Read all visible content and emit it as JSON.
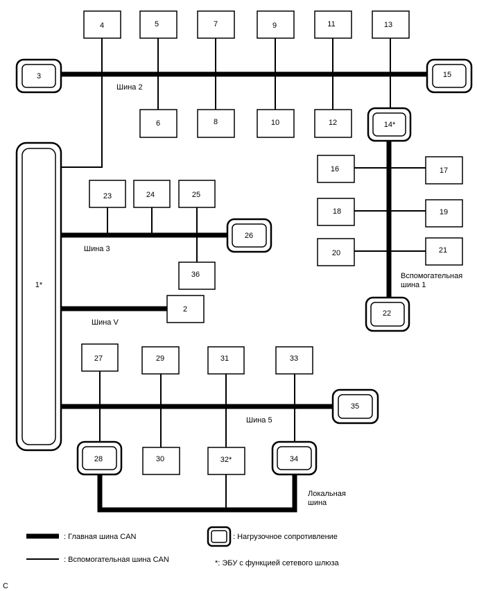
{
  "nodes": {
    "n1": "1*",
    "n2": "2",
    "n3": "3",
    "n4": "4",
    "n5": "5",
    "n6": "6",
    "n7": "7",
    "n8": "8",
    "n9": "9",
    "n10": "10",
    "n11": "11",
    "n12": "12",
    "n13": "13",
    "n14": "14*",
    "n15": "15",
    "n16": "16",
    "n17": "17",
    "n18": "18",
    "n19": "19",
    "n20": "20",
    "n21": "21",
    "n22": "22",
    "n23": "23",
    "n24": "24",
    "n25": "25",
    "n26": "26",
    "n27": "27",
    "n28": "28",
    "n29": "29",
    "n30": "30",
    "n31": "31",
    "n32": "32*",
    "n33": "33",
    "n34": "34",
    "n35": "35",
    "n36": "36"
  },
  "buses": {
    "bus2": "Шина 2",
    "bus3": "Шина 3",
    "busV": "Шина V",
    "bus5": "Шина 5",
    "sub1_line1": "Вспомогательная",
    "sub1_line2": "шина 1",
    "local_line1": "Локальная",
    "local_line2": "шина"
  },
  "legend": {
    "main_can": ": Главная шина CAN",
    "sub_can": ": Вспомогательная шина CAN",
    "terminator": ": Нагрузочное сопротивление",
    "gateway": "*: ЭБУ с функцией сетевого шлюза"
  },
  "corner_mark": "C",
  "colors": {
    "line": "#000000",
    "background": "#ffffff"
  }
}
